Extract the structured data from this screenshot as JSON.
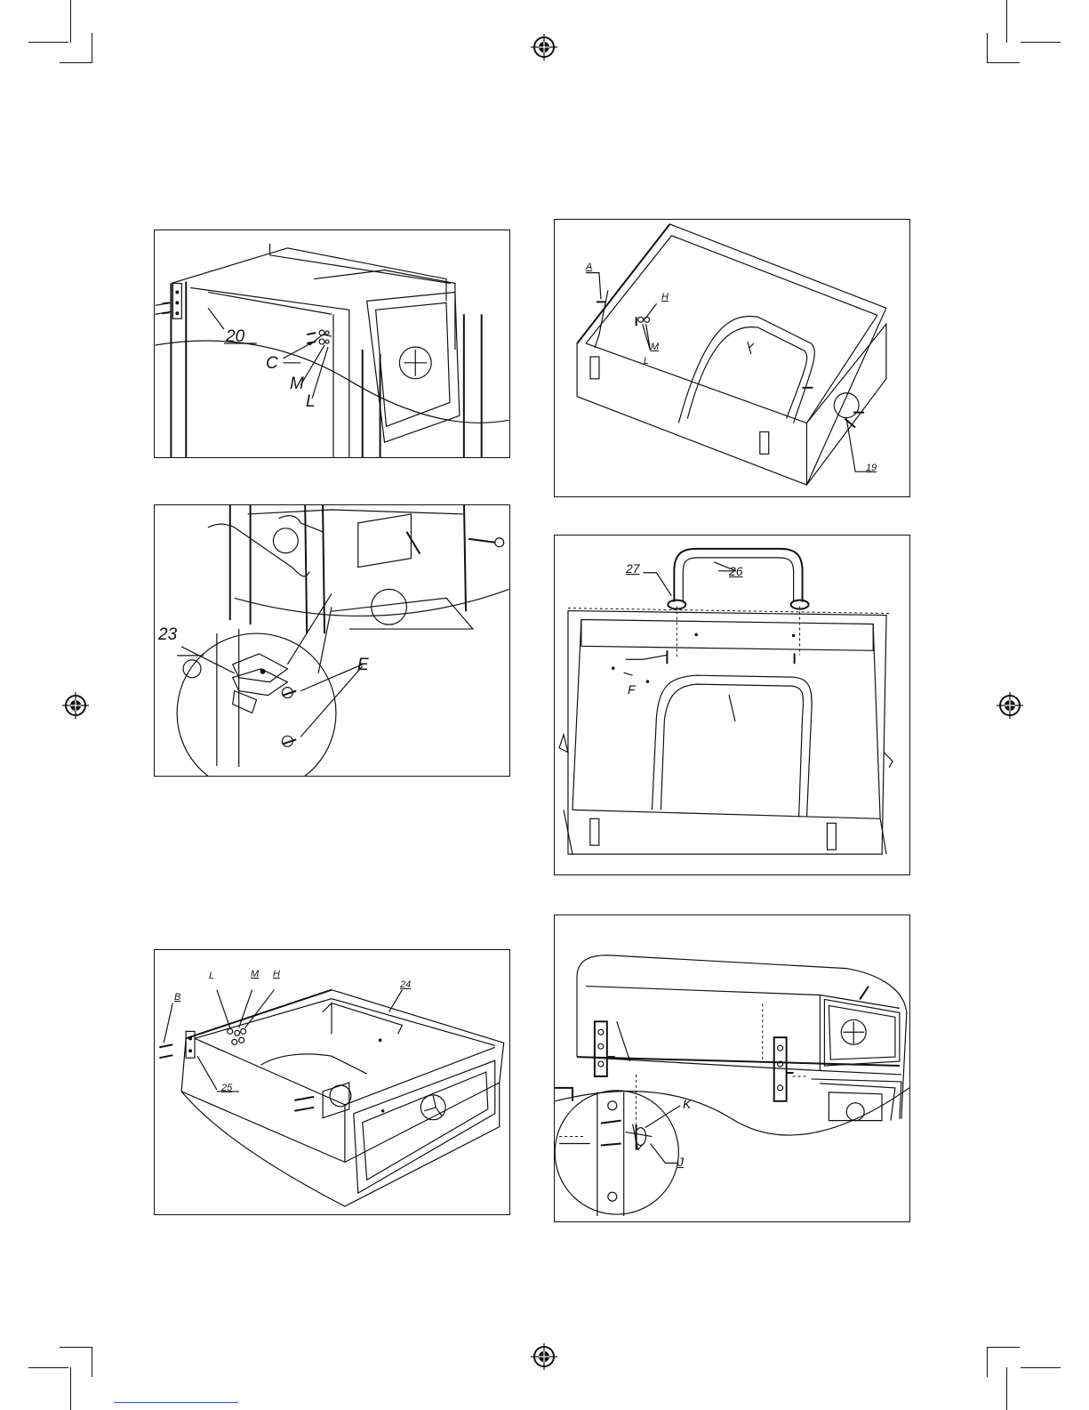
{
  "panels": {
    "p1": {
      "labels": [
        "20",
        "C",
        "M",
        "L"
      ]
    },
    "p2": {
      "labels": [
        "A",
        "H",
        "M",
        "L",
        "19"
      ]
    },
    "p3": {
      "labels": [
        "23",
        "E"
      ]
    },
    "p4": {
      "labels": [
        "27",
        "26",
        "F"
      ]
    },
    "p5": {
      "labels": [
        "L",
        "M",
        "H",
        "B",
        "24",
        "25"
      ]
    },
    "p6": {
      "labels": [
        "K",
        "J"
      ]
    }
  },
  "icons": {
    "registration_mark": "registration-target-icon",
    "fan_vent": "fan-vent-icon",
    "crop_mark": "crop-mark-icon"
  },
  "colors": {
    "ink": "#111111",
    "paper": "#ffffff",
    "footer_line": "#3355cc"
  }
}
